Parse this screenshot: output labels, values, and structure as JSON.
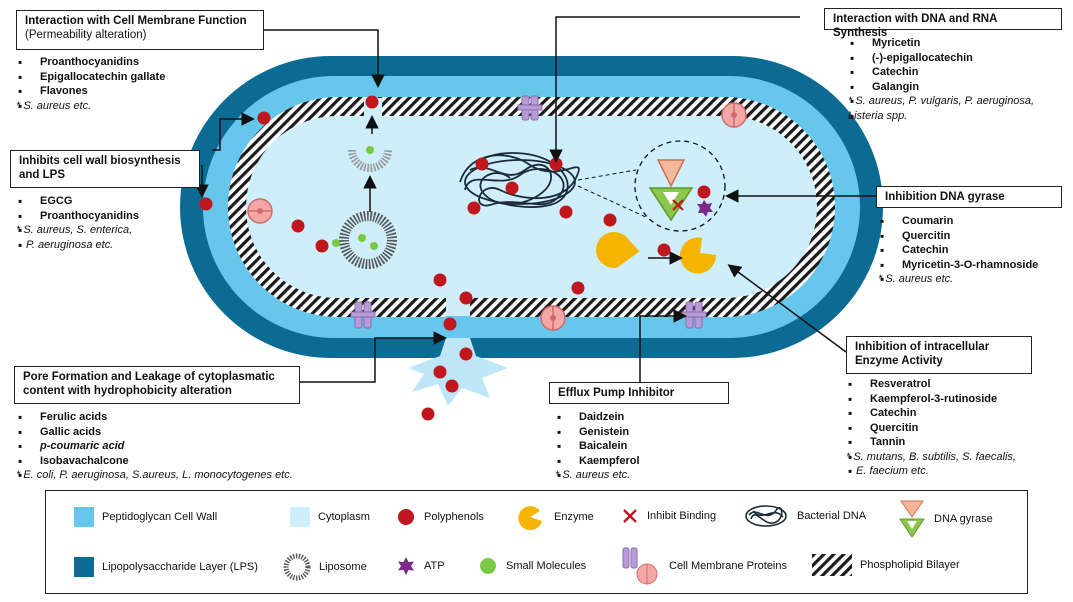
{
  "colors": {
    "lps": "#0c6b92",
    "cell_wall": "#66c6ec",
    "cytoplasm": "#cdeefa",
    "polyphenol": "#c0161e",
    "enzyme": "#f4b400",
    "atp": "#7b2a87",
    "small_molecule": "#7ac943",
    "membrane_protein": "#b79bd6",
    "gyrase_top": "#f3b79a",
    "gyrase_bottom": "#8ac74a",
    "inhibit": "#c0161e",
    "dna": "#1c2b3a"
  },
  "panels": {
    "membrane": {
      "title": "Interaction with Cell Membrane Function",
      "subtitle": "(Permeability alteration)",
      "items": [
        "Proanthocyanidins",
        "Epigallocatechin gallate",
        "Flavones"
      ],
      "note": "* S. aureus etc."
    },
    "cell_wall": {
      "title_1": "Inhibits cell wall biosynthesis",
      "title_2": "and LPS",
      "items": [
        "EGCG",
        "Proanthocyanidins"
      ],
      "note_1": "* S. aureus, S. enterica,",
      "note_2": "P. aeruginosa etc."
    },
    "pore": {
      "title_1": "Pore Formation and Leakage of cytoplasmatic",
      "title_2": "content  with hydrophobicity alteration",
      "items": [
        "Ferulic acids",
        "Gallic acids",
        "p-coumaric acid",
        "Isobavachalcone"
      ],
      "note": "* E. coli, P. aeruginosa, S.aureus, L. monocytogenes etc."
    },
    "dna_rna": {
      "title": "Interaction with DNA and RNA Synthesis",
      "items": [
        "Myricetin",
        "(-)-epigallocatechin",
        "Catechin",
        "Galangin"
      ],
      "note_1": "* S. aureus, P. vulgaris, P. aeruginosa,",
      "note_2": "Listeria spp."
    },
    "gyrase": {
      "title": "Inhibition DNA gyrase",
      "items": [
        "Coumarin",
        "Quercitin",
        "Catechin",
        "Myricetin-3-O-rhamnoside"
      ],
      "note": "* S. aureus etc."
    },
    "enzyme": {
      "title_1": "Inhibition of intracellular",
      "title_2": "Enzyme Activity",
      "items": [
        "Resveratrol",
        "Kaempferol-3-rutinoside",
        "Catechin",
        "Quercitin",
        "Tannin"
      ],
      "note_1": "* S. mutans, B. subtilis, S. faecalis,",
      "note_2": "E. faecium etc."
    },
    "efflux": {
      "title": "Efflux Pump Inhibitor",
      "items": [
        "Daidzein",
        "Genistein",
        "Baicalein",
        "Kaempferol"
      ],
      "note": "* S. aureus etc."
    }
  },
  "legend": {
    "cell_wall": "Peptidoglycan Cell Wall",
    "cytoplasm": "Cytoplasm",
    "polyphenols": "Polyphenols",
    "enzyme": "Enzyme",
    "inhibit": "Inhibit Binding",
    "dna": "Bacterial DNA",
    "gyrase": "DNA gyrase",
    "lps": "Lipopolysaccharide Layer (LPS)",
    "liposome": "Liposome",
    "atp": "ATP",
    "small_molecules": "Small Molecules",
    "membrane_proteins": "Cell Membrane Proteins",
    "bilayer": "Phospholipid Bilayer"
  }
}
